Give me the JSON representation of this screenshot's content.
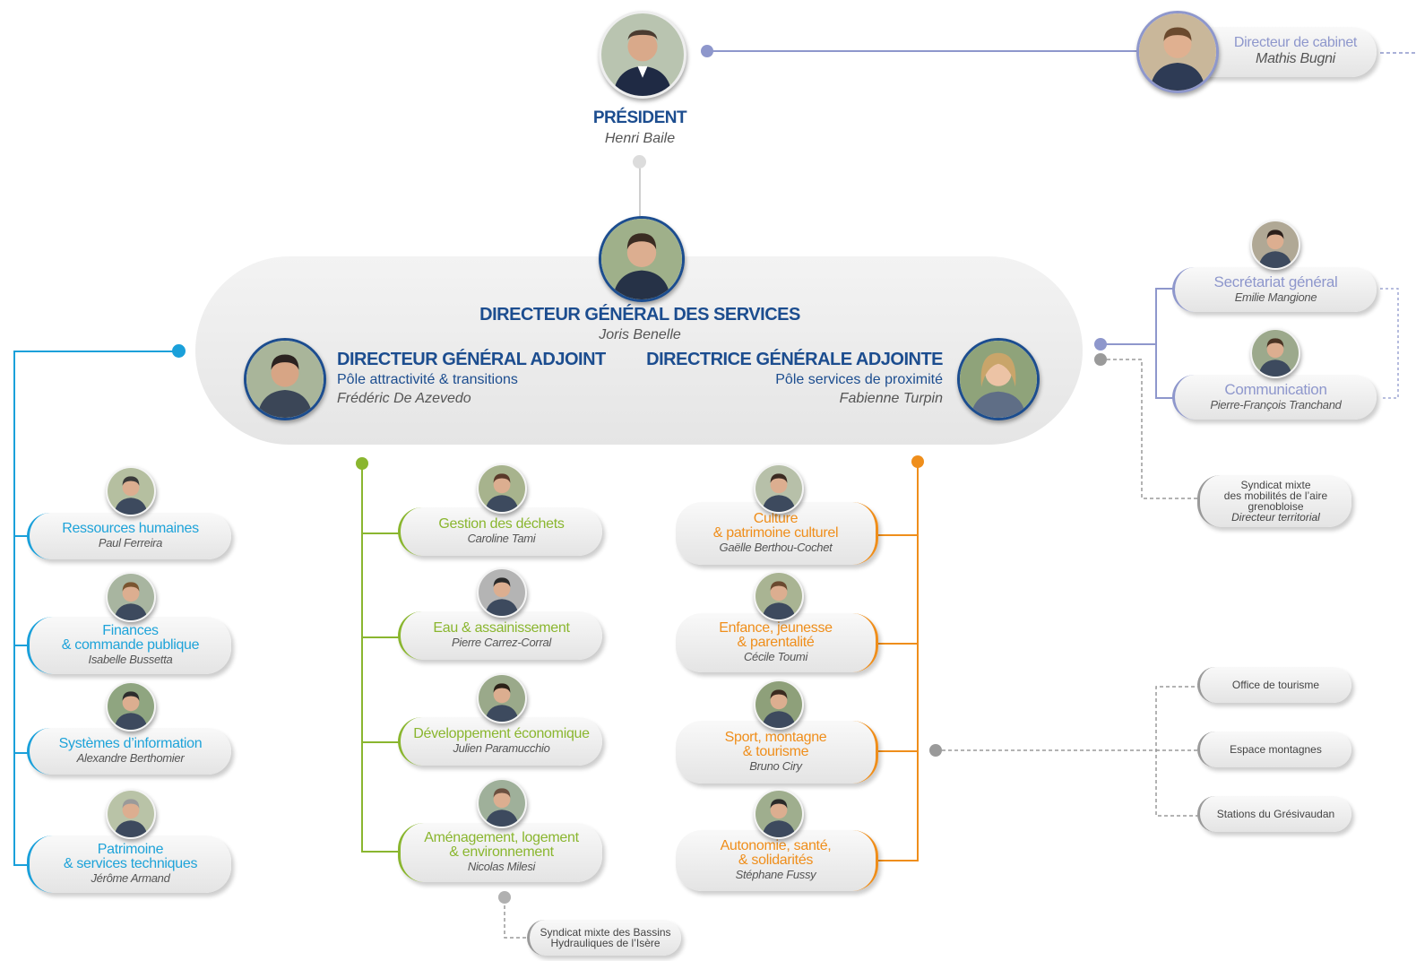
{
  "president": {
    "title": "PRÉSIDENT",
    "name": "Henri Baile"
  },
  "cabinet": {
    "title": "Directeur de cabinet",
    "name": "Mathis Bugni"
  },
  "dgs": {
    "title": "DIRECTEUR GÉNÉRAL DES SERVICES",
    "name": "Joris Benelle"
  },
  "dga_left": {
    "title": "DIRECTEUR GÉNÉRAL ADJOINT",
    "pole": "Pôle attractivité & transitions",
    "name": "Frédéric De Azevedo"
  },
  "dga_right": {
    "title": "DIRECTRICE GÉNÉRALE ADJOINTE",
    "pole": "Pôle services de proximité",
    "name": "Fabienne Turpin"
  },
  "blue_col": [
    {
      "line1": "Ressources humaines",
      "line2": "",
      "name": "Paul Ferreira"
    },
    {
      "line1": "Finances",
      "line2": "& commande publique",
      "name": "Isabelle Bussetta"
    },
    {
      "line1": "Systèmes d’information",
      "line2": "",
      "name": "Alexandre Berthomier"
    },
    {
      "line1": "Patrimoine",
      "line2": "& services techniques",
      "name": "Jérôme Armand"
    }
  ],
  "green_col": [
    {
      "line1": "Gestion des déchets",
      "line2": "",
      "name": "Caroline Tami"
    },
    {
      "line1": "Eau & assainissement",
      "line2": "",
      "name": "Pierre Carrez-Corral"
    },
    {
      "line1": "Développement économique",
      "line2": "",
      "name": "Julien Paramucchio"
    },
    {
      "line1": "Aménagement, logement",
      "line2": "& environnement",
      "name": "Nicolas Milesi"
    }
  ],
  "orange_col": [
    {
      "line1": "Culture",
      "line2": "& patrimoine culturel",
      "name": "Gaëlle Berthou-Cochet"
    },
    {
      "line1": "Enfance, jeunesse",
      "line2": "& parentalité",
      "name": "Cécile Toumi"
    },
    {
      "line1": "Sport, montagne",
      "line2": "& tourisme",
      "name": "Bruno Ciry"
    },
    {
      "line1": "Autonomie, santé,",
      "line2": "& solidarités",
      "name": "Stéphane Fussy"
    }
  ],
  "right_col": [
    {
      "title": "Secrétariat général",
      "name": "Emilie Mangione"
    },
    {
      "title": "Communication",
      "name": "Pierre-François Tranchand"
    }
  ],
  "syndicat_mobilites": {
    "line1": "Syndicat mixte",
    "line2": "des mobilités de l’aire",
    "line3": "grenobloise",
    "line4": "Directeur territorial"
  },
  "syndicat_bassins": {
    "line1": "Syndicat mixte des Bassins",
    "line2": "Hydrauliques de l’Isère"
  },
  "tourism_boxes": [
    "Office de tourisme",
    "Espace montagnes",
    "Stations du Grésivaudan"
  ],
  "colors": {
    "navy": "#1c4d8f",
    "blue": "#1aa0da",
    "green": "#8ab62f",
    "orange": "#ef8e1b",
    "lavender": "#8e97cc",
    "grey": "#9a9a9a"
  },
  "icons": [
    "person-photo-icon"
  ]
}
